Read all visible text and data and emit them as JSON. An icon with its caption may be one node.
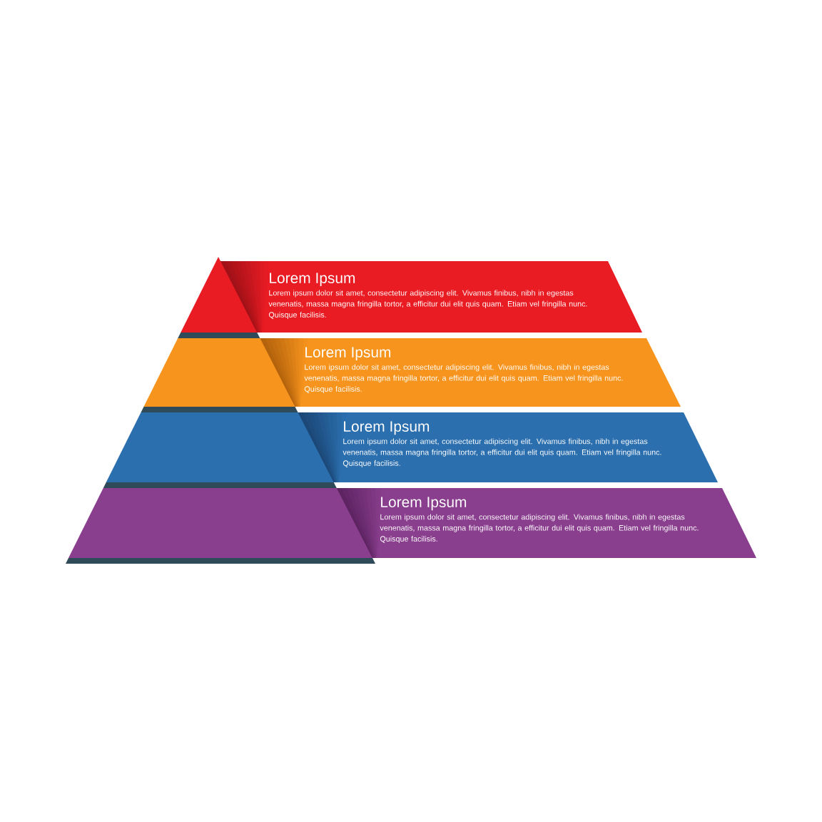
{
  "diagram": {
    "nodes": [
      {
        "text": [
          "Lorem Ipsum",
          "Lorem ipsum dolor sit amet, consectetur adipiscing elit. Vivamus finibus, nibh in egestas venenatis, massa magna fringilla tortor, a efficitur dui elit quis quam. Etiam vel fringilla nunc. Quisque facilisis."
        ]
      },
      {
        "text": [
          "Lorem Ipsum",
          "Lorem ipsum dolor sit amet, consectetur adipiscing elit. Vivamus finibus, nibh in egestas venenatis, massa magna fringilla tortor, a efficitur dui elit quis quam. Etiam vel fringilla nunc. Quisque facilisis."
        ]
      },
      {
        "text": [
          "Lorem Ipsum",
          "Lorem ipsum dolor sit amet, consectetur adipiscing elit. Vivamus finibus, nibh in egestas venenatis, massa magna fringilla tortor, a efficitur dui elit quis quam. Etiam vel fringilla nunc. Quisque facilisis."
        ]
      },
      {
        "text": [
          "Lorem Ipsum",
          "Lorem ipsum dolor sit amet, consectetur adipiscing elit. Vivamus finibus, nibh in egestas venenatis, massa magna fringilla tortor, a efficitur dui elit quis quam. Etiam vel fringilla nunc. Quisque facilisis."
        ]
      }
    ]
  }
}
